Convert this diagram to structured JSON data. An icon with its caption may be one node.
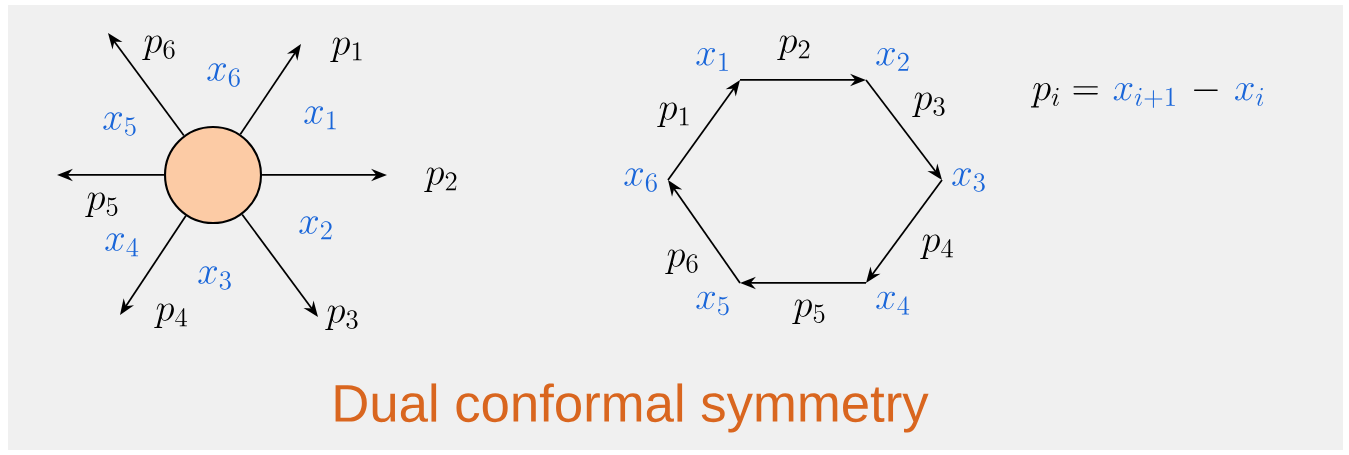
{
  "diagram": {
    "caption": "Dual conformal symmetry",
    "nodes": [
      {
        "text": [],
        "shape": "circle"
      },
      {
        "text": [
          "x_{1}"
        ]
      },
      {
        "text": [
          "x_{2}"
        ]
      },
      {
        "text": [
          "x_{3}"
        ]
      },
      {
        "text": [
          "x_{4}"
        ]
      },
      {
        "text": [
          "x_{5}"
        ]
      },
      {
        "text": [
          "x_{6}"
        ]
      }
    ],
    "edges": [
      {
        "from": 0,
        "to": null,
        "arrow": "to",
        "label": "p_{1}"
      },
      {
        "from": 0,
        "to": null,
        "arrow": "to",
        "label": "p_{2}"
      },
      {
        "from": 0,
        "to": null,
        "arrow": "to",
        "label": "p_{3}"
      },
      {
        "from": 0,
        "to": null,
        "arrow": "to",
        "label": "p_{4}"
      },
      {
        "from": 0,
        "to": null,
        "arrow": "to",
        "label": "p_{5}"
      },
      {
        "from": 0,
        "to": null,
        "arrow": "to",
        "label": "p_{6}"
      },
      {
        "from": 6,
        "to": 1,
        "arrow": "to",
        "label": "p_{1}"
      },
      {
        "from": 1,
        "to": 2,
        "arrow": "to",
        "label": "p_{2}"
      },
      {
        "from": 2,
        "to": 3,
        "arrow": "to",
        "label": "p_{3}"
      },
      {
        "from": 3,
        "to": 4,
        "arrow": "to",
        "label": "p_{4}"
      },
      {
        "from": 4,
        "to": 5,
        "arrow": "to",
        "label": "p_{5}"
      },
      {
        "from": 5,
        "to": 6,
        "arrow": "to",
        "label": "p_{6}"
      }
    ],
    "labels": [
      "x_{6}",
      "x_{1}",
      "x_{5}",
      "x_{2}",
      "x_{4}",
      "x_{3}",
      "p_{i} =",
      "x_{i+1}",
      "-",
      "x_{i}"
    ]
  }
}
